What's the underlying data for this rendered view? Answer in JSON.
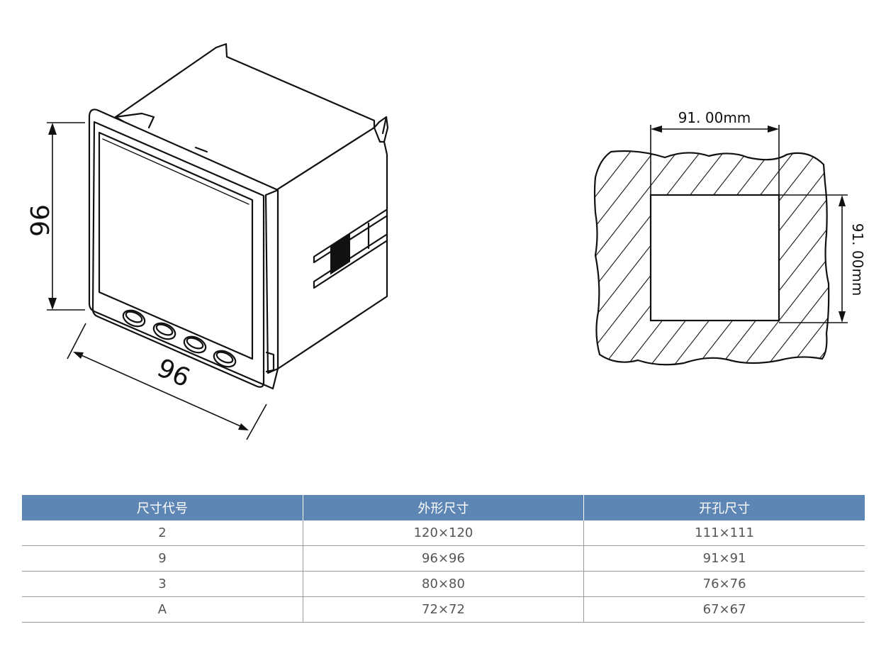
{
  "drawing": {
    "front_height_label": "96",
    "front_width_label": "96",
    "cutout_width_label": "91. 00mm",
    "cutout_height_label": "91. 00mm"
  },
  "table": {
    "headers": [
      "尺寸代号",
      "外形尺寸",
      "开孔尺寸"
    ],
    "rows": [
      [
        "2",
        "120×120",
        "111×111"
      ],
      [
        "9",
        "96×96",
        "91×91"
      ],
      [
        "3",
        "80×80",
        "76×76"
      ],
      [
        "A",
        "72×72",
        "67×67"
      ]
    ]
  }
}
